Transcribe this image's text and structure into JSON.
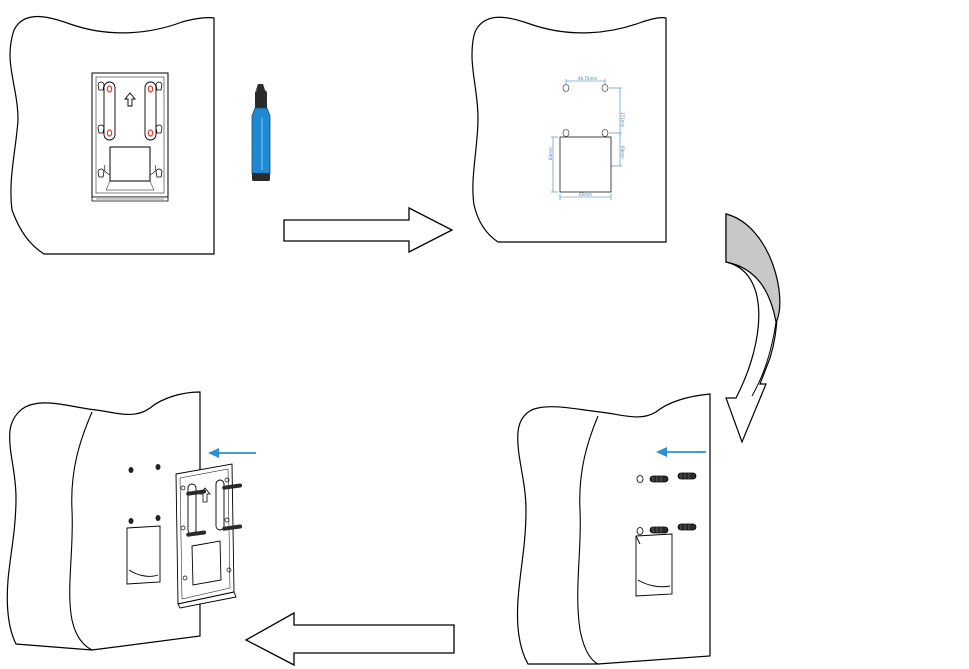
{
  "diagram": {
    "steps": [
      {
        "id": "mark-holes",
        "panel": 1
      },
      {
        "id": "drilled-template",
        "panel": 2
      },
      {
        "id": "insert-anchors",
        "panel": 3
      },
      {
        "id": "attach-bracket",
        "panel": 4
      }
    ],
    "dimension_labels": [
      "46.75mm",
      "171mm",
      "69mm",
      "84mm",
      "65mm"
    ],
    "colors": {
      "outline": "#000000",
      "marker_body": "#1e88d2",
      "marker_cap": "#2b2b2b",
      "accent_arrow": "#2a8fd8",
      "hole_highlight": "#d9402b",
      "dimension": "#3a7fc0",
      "curved_arrow_fill": "#c8c8c8"
    },
    "icons": [
      "marker-icon",
      "arrow-right-icon",
      "curved-arrow-icon",
      "arrow-left-icon",
      "insert-arrow-icon"
    ]
  }
}
